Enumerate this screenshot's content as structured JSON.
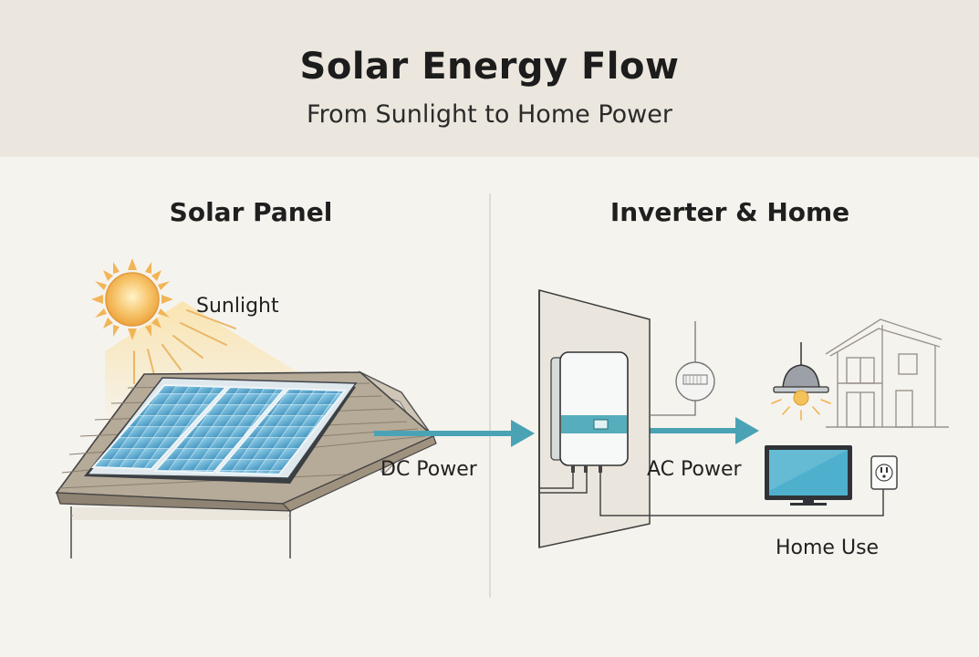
{
  "header": {
    "title": "Solar Energy Flow",
    "subtitle": "From Sunlight to Home Power"
  },
  "left_panel": {
    "title": "Solar Panel",
    "sunlight_label": "Sunlight",
    "dc_label": "DC Power"
  },
  "right_panel": {
    "title": "Inverter & Home",
    "ac_label": "AC Power",
    "home_use_label": "Home Use"
  },
  "colors": {
    "header_bg": "#ece7de",
    "page_bg": "#f5f3ee",
    "arrow": "#4aa3b5",
    "panel_blue": "#5aa9cf",
    "sun": "#f2b556",
    "line": "#444444"
  }
}
